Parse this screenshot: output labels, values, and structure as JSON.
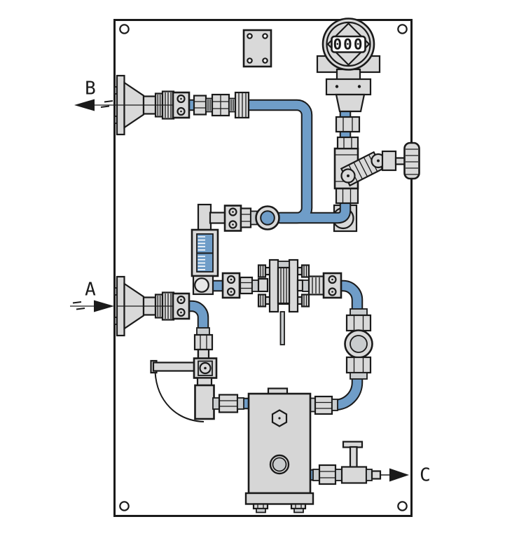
{
  "labels": {
    "inlet_a": "A",
    "outlet_b": "B",
    "outlet_c": "C"
  },
  "transmitter": {
    "display": "000"
  },
  "colors": {
    "tubing": "#6f9dc8",
    "component_fill": "#d9d9d9",
    "component_dark": "#c9ccce",
    "outline": "#1a1a1a",
    "panel_bg": "#ffffff"
  },
  "components": [
    "mounting-panel",
    "mounting-plate",
    "pressure-transmitter",
    "needle-valve-with-knurled-handle",
    "bulkhead-reducer-port-b",
    "bulkhead-reducer-port-a",
    "tube-clamps",
    "rotameter-flow-meter",
    "membrane-filter",
    "ball-valve-with-handle",
    "check-valve",
    "sample-block",
    "outlet-needle-valve-c",
    "blue-tubing-runs"
  ]
}
